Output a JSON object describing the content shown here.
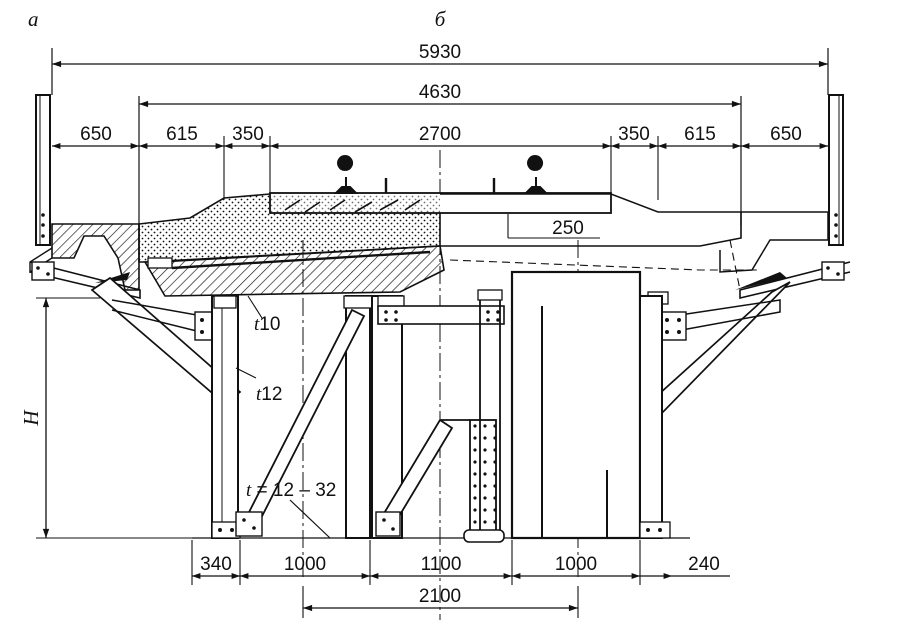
{
  "labels": {
    "view_a": "а",
    "view_b": "б",
    "height": "H"
  },
  "dimensions": {
    "overall": "5930",
    "inner": "4630",
    "left_650": "650",
    "left_615": "615",
    "left_350": "350",
    "center_2700": "2700",
    "right_350": "350",
    "right_615": "615",
    "right_650": "650",
    "offset_250": "250",
    "bottom_340": "340",
    "bottom_1000_left": "1000",
    "bottom_1100": "1100",
    "bottom_1000_right": "1000",
    "bottom_240": "240",
    "bottom_2100": "2100"
  },
  "thickness": {
    "t10_prefix": "t",
    "t10_value": "10",
    "t12_prefix": "t",
    "t12_value": "12",
    "t_range_prefix": "t",
    "t_range_value": " = 12 – 32"
  }
}
